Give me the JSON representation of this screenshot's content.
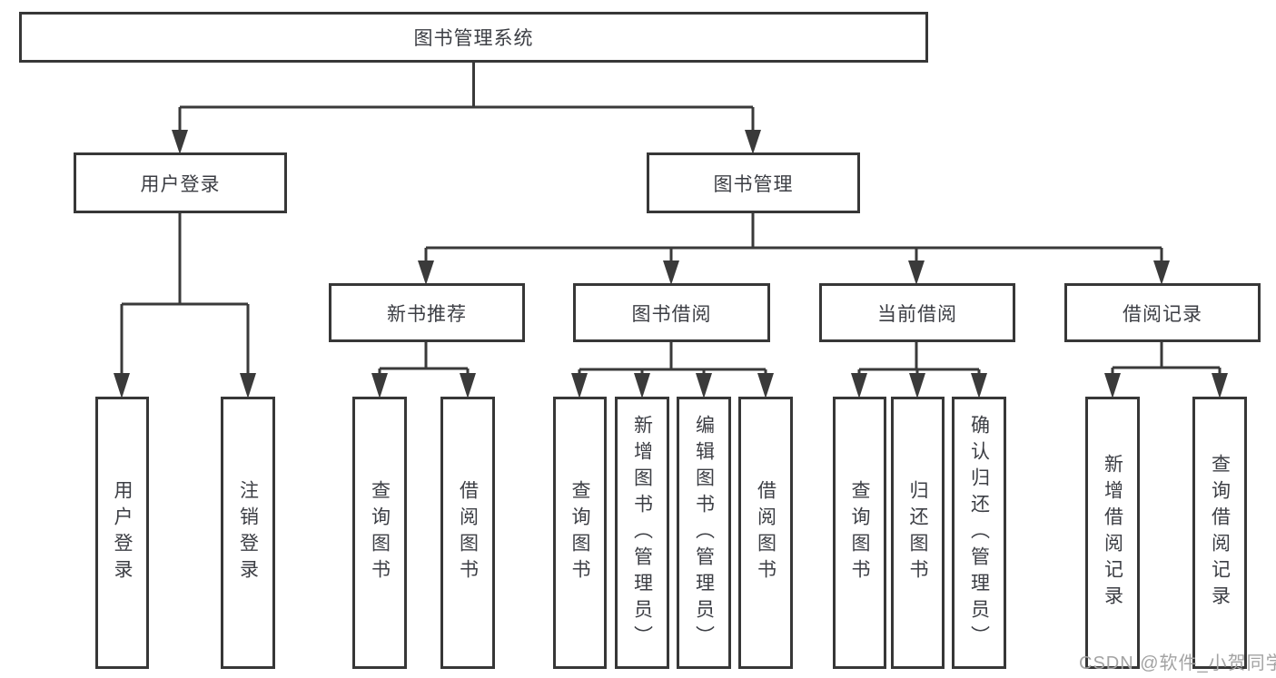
{
  "diagram": {
    "root": {
      "label": "图书管理系统"
    },
    "branches": [
      {
        "label": "用户登录",
        "children": [
          {
            "label": "用户登录"
          },
          {
            "label": "注销登录"
          }
        ]
      },
      {
        "label": "图书管理",
        "children": [
          {
            "label": "新书推荐",
            "children": [
              {
                "label": "查询图书"
              },
              {
                "label": "借阅图书"
              }
            ]
          },
          {
            "label": "图书借阅",
            "children": [
              {
                "label": "查询图书"
              },
              {
                "label": "新增图书（管理员）"
              },
              {
                "label": "编辑图书（管理员）"
              },
              {
                "label": "借阅图书"
              }
            ]
          },
          {
            "label": "当前借阅",
            "children": [
              {
                "label": "查询图书"
              },
              {
                "label": "归还图书"
              },
              {
                "label": "确认归还（管理员）"
              }
            ]
          },
          {
            "label": "借阅记录",
            "children": [
              {
                "label": "新增借阅记录"
              },
              {
                "label": "查询借阅记录"
              }
            ]
          }
        ]
      }
    ],
    "watermark": "CSDN @软件_小贺同学",
    "colors": {
      "line": "#3a3a3a",
      "box_border": "#373737",
      "text": "#3c3e44",
      "watermark": "#a3a3a3",
      "background": "#ffffff"
    }
  }
}
